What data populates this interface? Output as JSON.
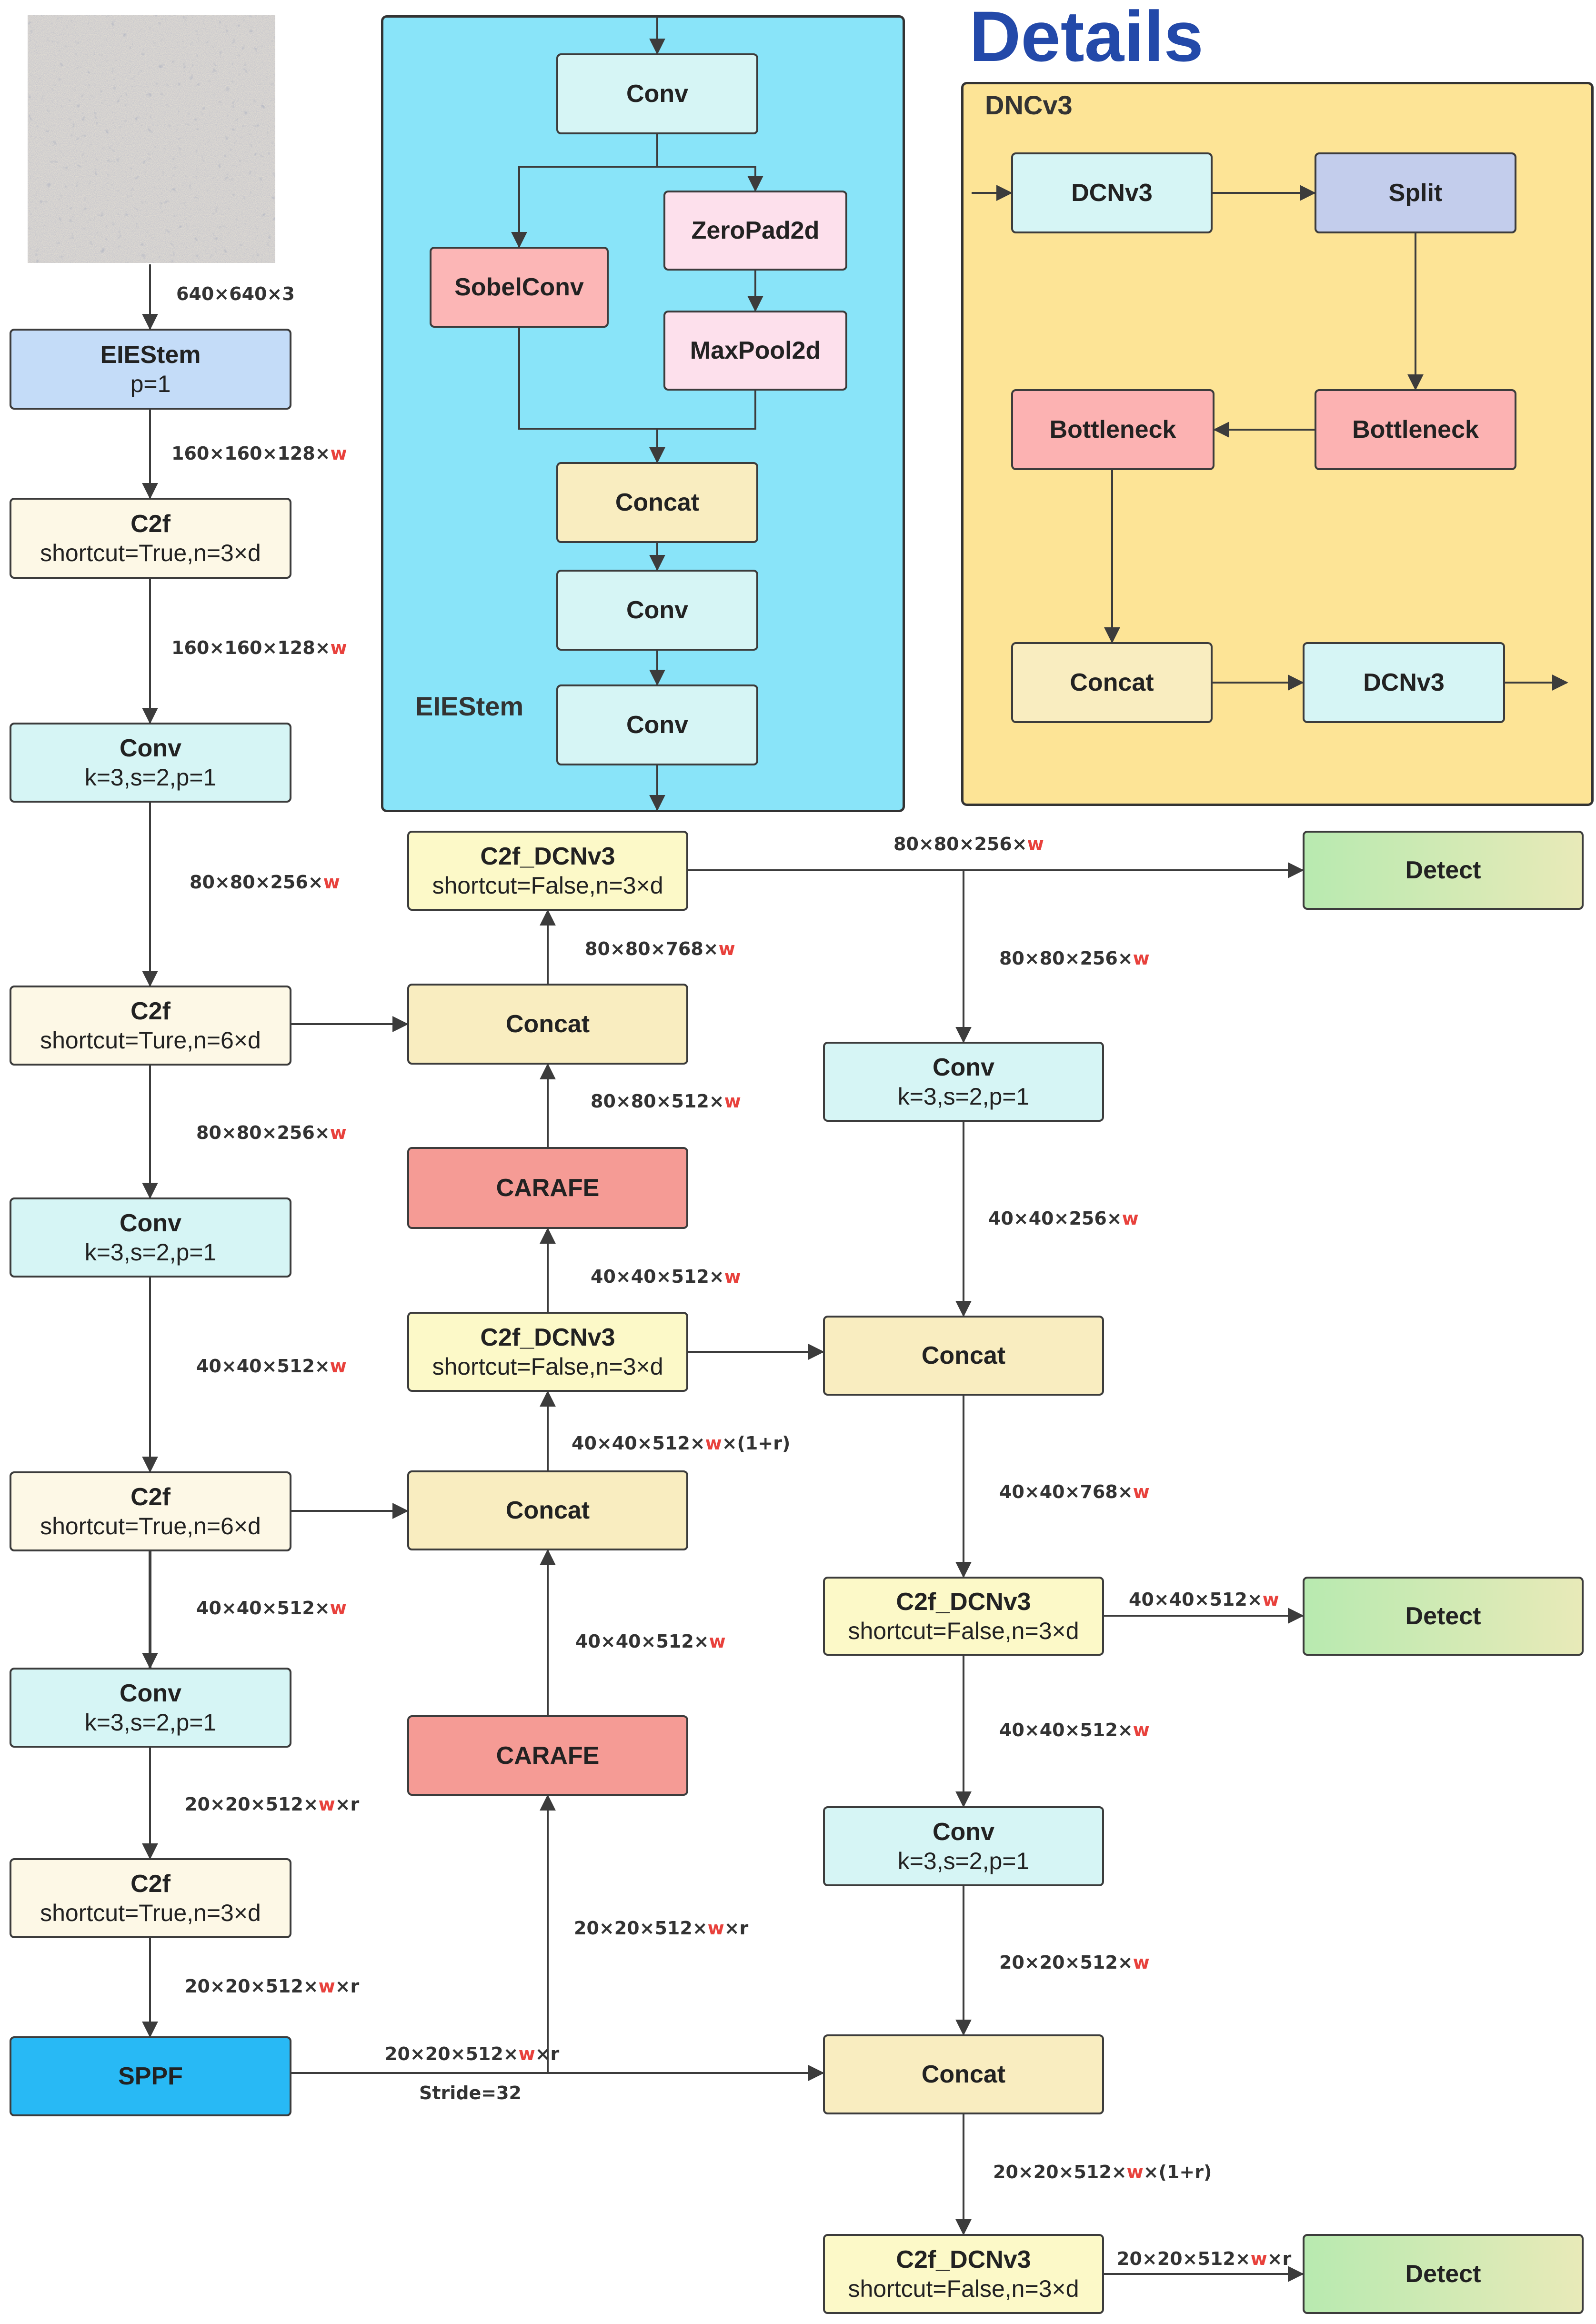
{
  "details_title": "Details",
  "eiestem_panel": {
    "title": "EIEStem"
  },
  "dncv3_panel": {
    "title": "DNCv3"
  },
  "blocks": {
    "eiestem": {
      "title": "EIEStem",
      "sub": "p=1"
    },
    "c2f_1": {
      "title": "C2f",
      "sub": "shortcut=True,n=3×d"
    },
    "conv_1": {
      "title": "Conv",
      "sub": "k=3,s=2,p=1"
    },
    "c2f_2": {
      "title": "C2f",
      "sub": "shortcut=Ture,n=6×d"
    },
    "conv_2": {
      "title": "Conv",
      "sub": "k=3,s=2,p=1"
    },
    "c2f_3": {
      "title": "C2f",
      "sub": "shortcut=True,n=6×d"
    },
    "conv_3": {
      "title": "Conv",
      "sub": "k=3,s=2,p=1"
    },
    "c2f_4": {
      "title": "C2f",
      "sub": "shortcut=True,n=3×d"
    },
    "sppf": {
      "title": "SPPF"
    },
    "dcn_top": {
      "title": "C2f_DCNv3",
      "sub": "shortcut=False,n=3×d"
    },
    "concat_m1": {
      "title": "Concat"
    },
    "carafe_1": {
      "title": "CARAFE"
    },
    "dcn_mid": {
      "title": "C2f_DCNv3",
      "sub": "shortcut=False,n=3×d"
    },
    "concat_m2": {
      "title": "Concat"
    },
    "carafe_2": {
      "title": "CARAFE"
    },
    "conv_r1": {
      "title": "Conv",
      "sub": "k=3,s=2,p=1"
    },
    "concat_r1": {
      "title": "Concat"
    },
    "dcn_r1": {
      "title": "C2f_DCNv3",
      "sub": "shortcut=False,n=3×d"
    },
    "conv_r2": {
      "title": "Conv",
      "sub": "k=3,s=2,p=1"
    },
    "concat_r2": {
      "title": "Concat"
    },
    "dcn_r2": {
      "title": "C2f_DCNv3",
      "sub": "shortcut=False,n=3×d"
    },
    "detect_1": {
      "title": "Detect"
    },
    "detect_2": {
      "title": "Detect"
    },
    "detect_3": {
      "title": "Detect"
    },
    "stem_conv1": {
      "title": "Conv"
    },
    "stem_sobel": {
      "title": "SobelConv"
    },
    "stem_zeropad": {
      "title": "ZeroPad2d"
    },
    "stem_maxpool": {
      "title": "MaxPool2d"
    },
    "stem_concat": {
      "title": "Concat"
    },
    "stem_conv2": {
      "title": "Conv"
    },
    "stem_conv3": {
      "title": "Conv"
    },
    "dn_dcnv3_a": {
      "title": "DCNv3"
    },
    "dn_split": {
      "title": "Split"
    },
    "dn_bott_l": {
      "title": "Bottleneck"
    },
    "dn_bott_r": {
      "title": "Bottleneck"
    },
    "dn_concat": {
      "title": "Concat"
    },
    "dn_dcnv3_b": {
      "title": "DCNv3"
    }
  },
  "labels": {
    "l01": {
      "text": "640×640×3",
      "w": "",
      "tail": ""
    },
    "l02": {
      "text": "160×160×128×",
      "w": "w",
      "tail": ""
    },
    "l03": {
      "text": "160×160×128×",
      "w": "w",
      "tail": ""
    },
    "l04": {
      "text": "80×80×256×",
      "w": "w",
      "tail": ""
    },
    "l05": {
      "text": "80×80×256×",
      "w": "w",
      "tail": ""
    },
    "l06": {
      "text": "40×40×512×",
      "w": "w",
      "tail": ""
    },
    "l07": {
      "text": "40×40×512×",
      "w": "w",
      "tail": ""
    },
    "l08": {
      "text": "20×20×512×",
      "w": "w",
      "tail": "×r"
    },
    "l09": {
      "text": "20×20×512×",
      "w": "w",
      "tail": "×r"
    },
    "l10": {
      "text": "20×20×512×",
      "w": "w",
      "tail": "×r"
    },
    "l11": {
      "text": "Stride=32",
      "w": "",
      "tail": ""
    },
    "l12": {
      "text": "20×20×512×",
      "w": "w",
      "tail": "×r"
    },
    "l13": {
      "text": "40×40×512×",
      "w": "w",
      "tail": ""
    },
    "l14": {
      "text": "40×40×512×",
      "w": "w",
      "tail": "×(1+r)"
    },
    "l15": {
      "text": "40×40×512×",
      "w": "w",
      "tail": ""
    },
    "l16": {
      "text": "80×80×512×",
      "w": "w",
      "tail": ""
    },
    "l17": {
      "text": "80×80×768×",
      "w": "w",
      "tail": ""
    },
    "l18": {
      "text": "80×80×256×",
      "w": "w",
      "tail": ""
    },
    "l19": {
      "text": "80×80×256×",
      "w": "w",
      "tail": ""
    },
    "l20": {
      "text": "40×40×256×",
      "w": "w",
      "tail": ""
    },
    "l21": {
      "text": "40×40×768×",
      "w": "w",
      "tail": ""
    },
    "l22": {
      "text": "40×40×512×",
      "w": "w",
      "tail": ""
    },
    "l23": {
      "text": "40×40×512×",
      "w": "w",
      "tail": ""
    },
    "l24": {
      "text": "20×20×512×",
      "w": "w",
      "tail": ""
    },
    "l25": {
      "text": "20×20×512×",
      "w": "w",
      "tail": "×(1+r)"
    },
    "l26": {
      "text": "20×20×512×",
      "w": "w",
      "tail": "×r"
    }
  },
  "colors": {
    "w_highlight": "#e8413c",
    "details_title": "#2349a9",
    "eiestem_panel": "#89e4f9",
    "dncv3_panel": "#fde496"
  }
}
